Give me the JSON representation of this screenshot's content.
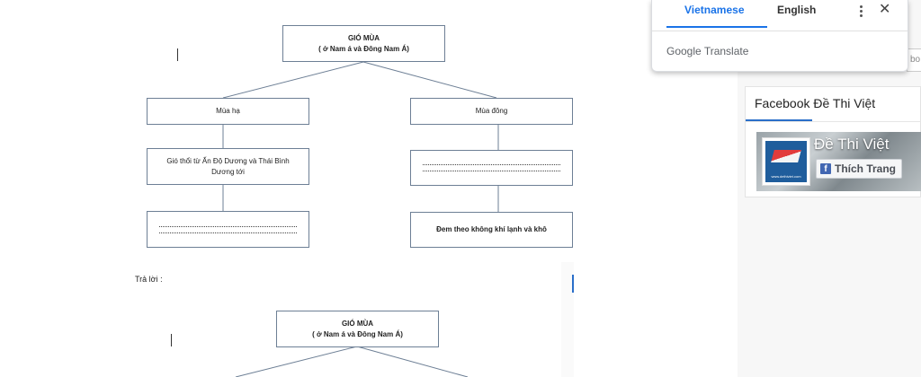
{
  "document": {
    "diagram1": {
      "root": {
        "title": "GIÓ MÙA",
        "subtitle": "( ở Nam á và Đông Nam Á)"
      },
      "left_branch": {
        "label": "Mùa hạ",
        "detail": "Gió thổi từ Ấn Độ Dương và Thái Bình Dương tới"
      },
      "right_branch": {
        "label": "Mùa đông",
        "detail": "Đem theo không khí lạnh và khô"
      }
    },
    "answer_label": "Trả lời :",
    "diagram2": {
      "root": {
        "title": "GIÓ MÙA",
        "subtitle": "( ở Nam á và Đông Nam Á)"
      }
    }
  },
  "translate_popup": {
    "tabs": [
      {
        "label": "Vietnamese",
        "active": true
      },
      {
        "label": "English",
        "active": false
      }
    ],
    "brand": "Google Translate",
    "more_icon": "more-vert-icon",
    "close_icon": "close-icon",
    "accent_color": "#1a73e8"
  },
  "sidebar": {
    "search_partial": "bo",
    "facebook_widget": {
      "title": "Facebook Đề Thi Việt",
      "page_name": "Đề Thi Việt",
      "like_label": "Thích Trang",
      "logo_text": "www.dethiviet.com",
      "accent_color": "#2a6fc9"
    }
  }
}
